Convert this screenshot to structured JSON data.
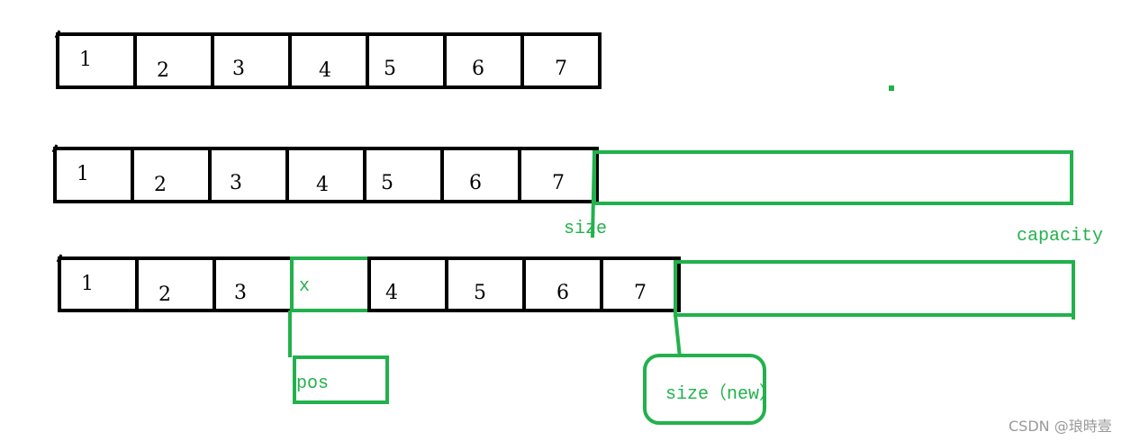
{
  "colors": {
    "black": "#000000",
    "green": "#22b14c",
    "watermark": "#999999"
  },
  "rows": [
    {
      "name": "original-array",
      "cells": [
        "1",
        "2",
        "3",
        "4",
        "5",
        "6",
        "7"
      ]
    },
    {
      "name": "array-with-capacity",
      "cells": [
        "1",
        "2",
        "3",
        "4",
        "5",
        "6",
        "7"
      ]
    },
    {
      "name": "array-after-insert",
      "cells": [
        "1",
        "2",
        "3",
        "x",
        "4",
        "5",
        "6",
        "7"
      ]
    }
  ],
  "labels": {
    "size": "size",
    "capacity": "capacity",
    "pos": "pos",
    "size_new": "size（new）"
  },
  "watermark": "CSDN @琅時壹"
}
